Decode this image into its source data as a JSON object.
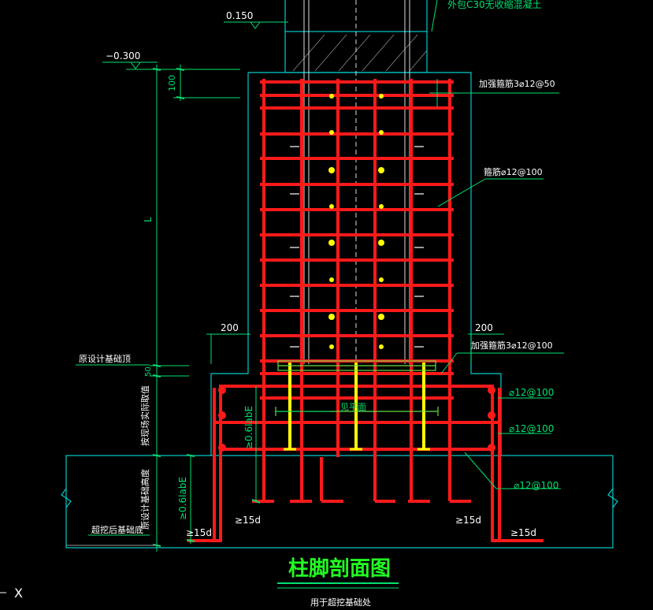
{
  "colors": {
    "background": "#000000",
    "rebar": "#ff1a1a",
    "concrete": "#00cccc",
    "dimension": "#00e070",
    "annotation": "#ffffff",
    "anchor": "#ffff00",
    "title": "#22ff22"
  },
  "levels": {
    "top": "0.150",
    "mid": "−0.300"
  },
  "dims": {
    "d100": "100",
    "L": "L",
    "d200_left": "200",
    "d200_right": "200",
    "d50": "50",
    "labe_upper": "≥0.6labE",
    "labe_lower": "≥0.6labE"
  },
  "annotations": {
    "encase_concrete": "外包C30无收缩混凝土",
    "stirrup_add_top": "加强箍筋3⌀12@50",
    "stirrup_main": "箍筋⌀12@100",
    "stirrup_add_bottom": "加强箍筋3⌀12@100",
    "bar_top": "⌀12@100",
    "bar_mid": "⌀12@100",
    "bar_bottom": "⌀12@100",
    "see_plan": "见平面",
    "orig_foundation_top": "原设计基础顶",
    "existing_height": "按现场实际取值",
    "orig_foundation_height": "原设计基础高度",
    "overexcavated_bottom": "超挖后基础底",
    "hook_15d_1": "≥15d",
    "hook_15d_2": "≥15d",
    "hook_15d_3": "≥15d",
    "hook_15d_4": "≥15d"
  },
  "title": {
    "main": "柱脚剖面图",
    "sub": "用于超挖基础处"
  },
  "ucs_icon": "X"
}
